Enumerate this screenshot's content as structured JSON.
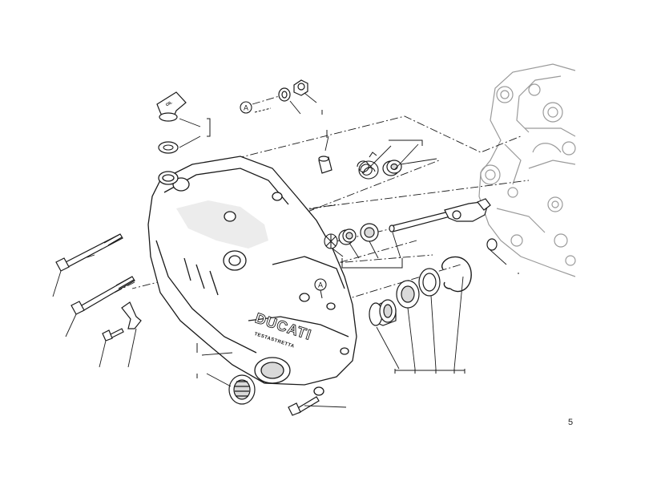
{
  "page": {
    "number": "5"
  },
  "callouts": {
    "ref_a_top": "A",
    "ref_a_cover": "A"
  },
  "logos": {
    "brand_text": "DUCATI",
    "cover_subtext": "TESTASTRETTA",
    "oil_cap_text": "OIL"
  },
  "colors": {
    "line": "#1a1a1a",
    "engine_grey": "#9a9a9a",
    "part_fill": "#ffffff",
    "shade": "#d9d9d9"
  }
}
